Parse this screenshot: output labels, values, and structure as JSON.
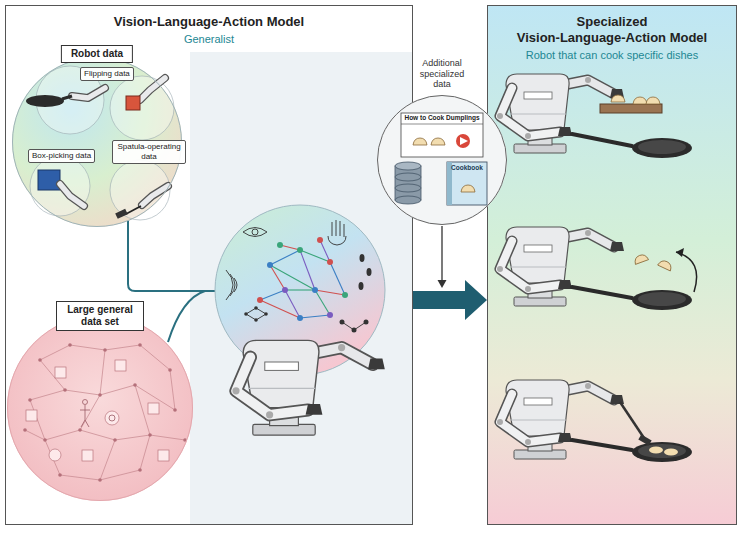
{
  "diagram": {
    "nodes": [
      {
        "text": [
          "Vision-Language-Action Model",
          "Generalist"
        ]
      },
      {
        "text": [
          "Robot data"
        ],
        "in": 0
      },
      {
        "text": [
          "Flipping data"
        ],
        "in": 1
      },
      {
        "text": [
          "Spatula-operating data"
        ],
        "in": 1
      },
      {
        "text": [
          "Box-picking data"
        ],
        "in": 1
      },
      {
        "text": [
          "Large general data set"
        ],
        "in": 0
      },
      {
        "text": [
          "Additional specialized data",
          "How to Cook Dumplings",
          "Cookbook"
        ]
      },
      {
        "text": [
          "Specialized Vision-Language-Action Model",
          "Robot that can cook specific dishes"
        ]
      }
    ],
    "edges": [
      {
        "from": 0,
        "to": 7,
        "arrow": "to"
      }
    ]
  }
}
